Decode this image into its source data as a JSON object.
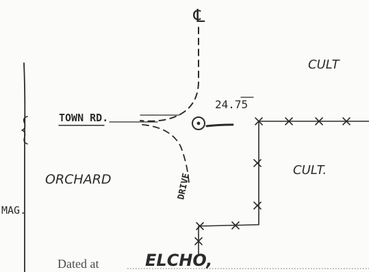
{
  "map": {
    "centerline_symbol": "℄",
    "labels": {
      "cult_top": "CULT",
      "cult_middle": "CULT.",
      "town_road": "TOWN RD.",
      "orchard": "ORCHARD",
      "drive": "DRIVE",
      "mag": "MAG.",
      "measurement": "24.75"
    },
    "footer": {
      "dated_at_label": "Dated at",
      "place_name": "ELCHO,"
    },
    "icons": {
      "survey_point": "circled-dot-icon",
      "fence": "fence-x-marks",
      "magnetic_north": "brace-icon"
    },
    "colors": {
      "ink": "#2b2b2b",
      "paper": "#fbfbf9",
      "print": "#4a4a4a"
    }
  }
}
